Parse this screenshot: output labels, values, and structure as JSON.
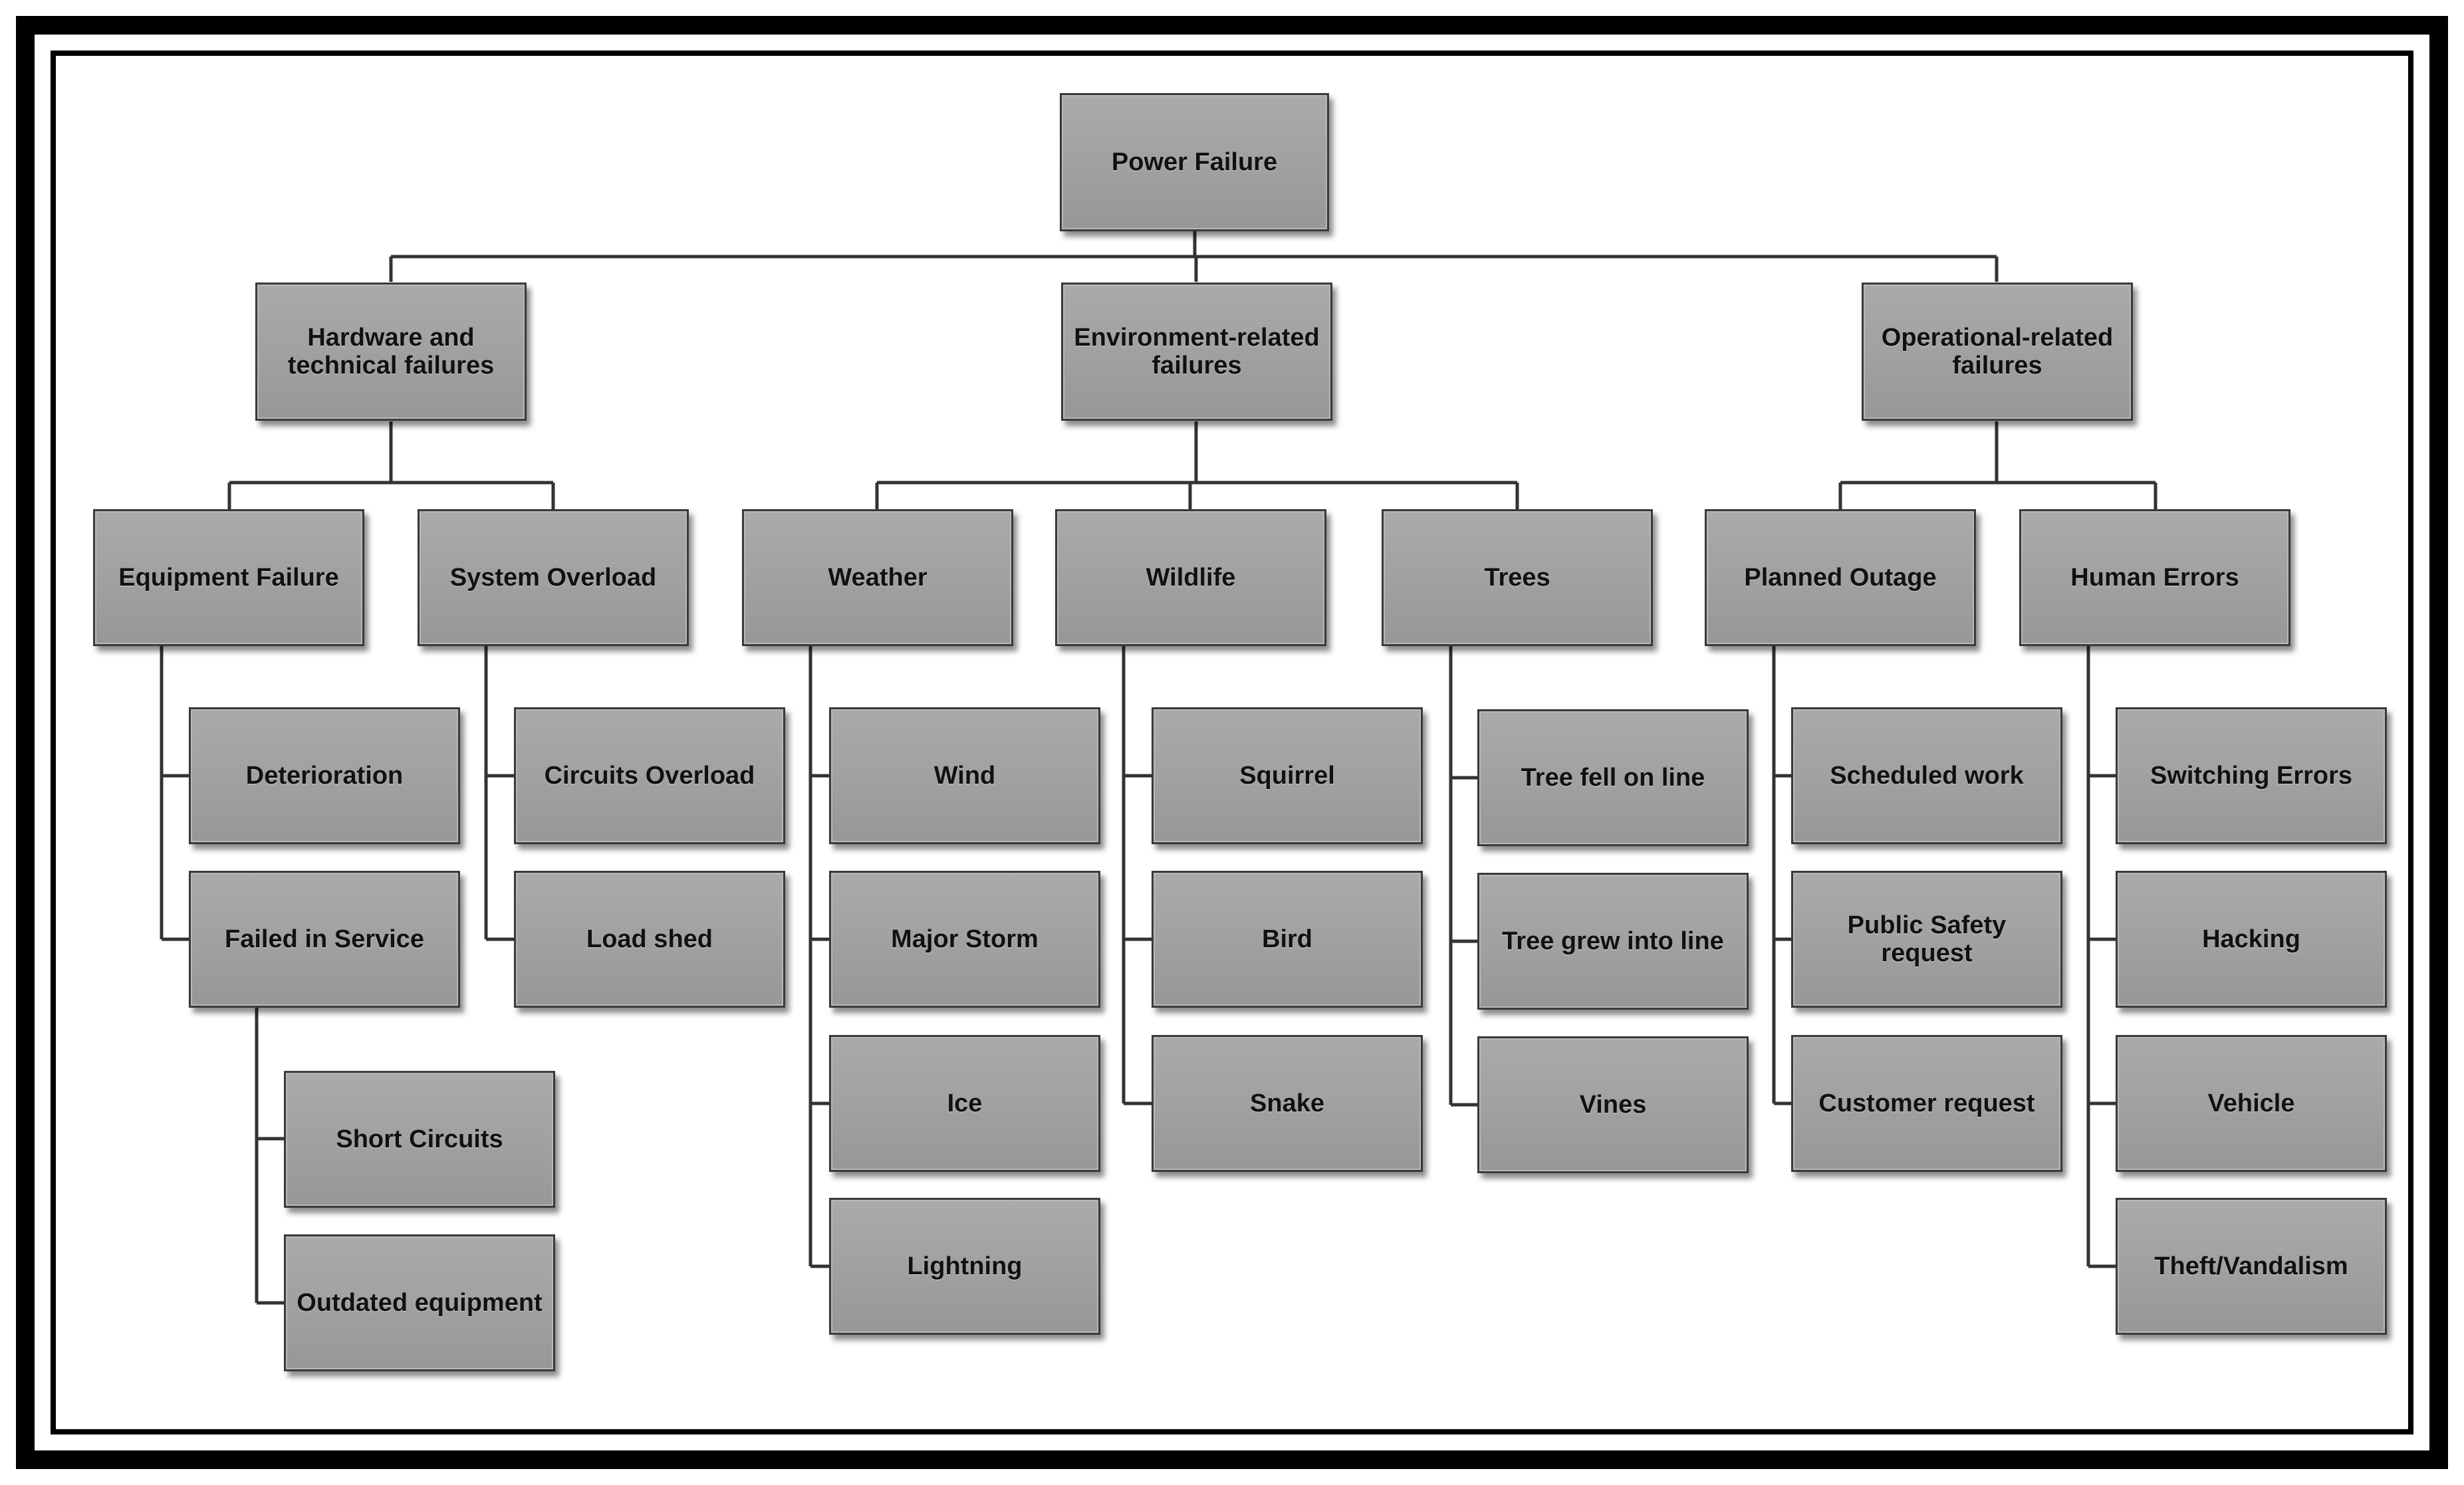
{
  "diagram": {
    "root": "Power Failure",
    "categories": [
      {
        "label": "Hardware and\ntechnical failures",
        "subcategories": [
          {
            "label": "Equipment Failure",
            "items": [
              "Deterioration",
              "Failed in Service"
            ],
            "sub_items": [
              "Short Circuits",
              "Outdated equipment"
            ]
          },
          {
            "label": "System Overload",
            "items": [
              "Circuits Overload",
              "Load shed"
            ]
          }
        ]
      },
      {
        "label": "Environment-related\nfailures",
        "subcategories": [
          {
            "label": "Weather",
            "items": [
              "Wind",
              "Major Storm",
              "Ice",
              "Lightning"
            ]
          },
          {
            "label": "Wildlife",
            "items": [
              "Squirrel",
              "Bird",
              "Snake"
            ]
          },
          {
            "label": "Trees",
            "items": [
              "Tree fell on line",
              "Tree grew into line",
              "Vines"
            ]
          }
        ]
      },
      {
        "label": "Operational-related\nfailures",
        "subcategories": [
          {
            "label": "Planned Outage",
            "items": [
              "Scheduled work",
              "Public Safety request",
              "Customer request"
            ]
          },
          {
            "label": "Human Errors",
            "items": [
              "Switching Errors",
              "Hacking",
              "Vehicle",
              "Theft/Vandalism"
            ]
          }
        ]
      }
    ]
  }
}
